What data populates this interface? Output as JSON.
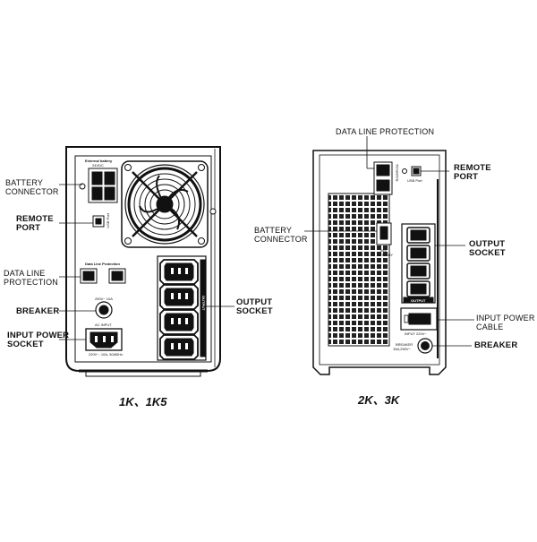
{
  "left_unit": {
    "caption": "1K、1K5",
    "labels": {
      "battery_connector": [
        "BATTERY",
        "CONNECTOR"
      ],
      "remote_port": [
        "REMOTE",
        "PORT"
      ],
      "data_line_protection": [
        "DATA LINE",
        "PROTECTION"
      ],
      "breaker": "BREAKER",
      "input_power_socket": [
        "INPUT POWER",
        "SOCKET"
      ],
      "output_socket": [
        "OUTPUT",
        "SOCKET"
      ]
    },
    "panel_text": {
      "external_battery": "External battery",
      "battery_voltage": "24VDC",
      "usb_port": "USB Port",
      "data_line_protection": "Data Line Protection",
      "breaker_rating": "250V~ 10A",
      "ac_input": "AC INPUT",
      "input_rating": "220V~, 10A, 50/60Hz",
      "output": "OUTPUT"
    }
  },
  "right_unit": {
    "caption": "2K、3K",
    "labels": {
      "data_line_protection": "DATA LINE PROTECTION",
      "remote_port": [
        "REMOTE",
        "PORT"
      ],
      "battery_connector": [
        "BATTERY",
        "CONNECTOR"
      ],
      "output_socket": [
        "OUTPUT",
        "SOCKET"
      ],
      "input_power_cable": [
        "INPUT POWER",
        "CABLE"
      ],
      "breaker": "BREAKER"
    },
    "panel_text": {
      "usb_port": "USB Port",
      "battery": [
        "48V",
        "BATTERY"
      ],
      "output": "OUTPUT",
      "input": "INPUT 220V~",
      "breaker": [
        "BREAKER",
        "15A,250V~"
      ]
    }
  }
}
